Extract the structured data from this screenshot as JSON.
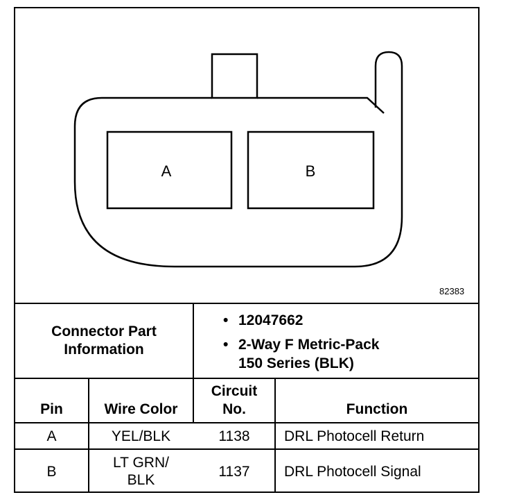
{
  "diagram": {
    "cavity_labels": [
      "A",
      "B"
    ],
    "figure_number": "82383"
  },
  "connector_info": {
    "title_line1": "Connector Part",
    "title_line2": "Information",
    "part_number": "12047662",
    "desc_line1": "2-Way F Metric-Pack",
    "desc_line2": "150 Series (BLK)"
  },
  "table": {
    "headers": {
      "pin": "Pin",
      "wire_color": "Wire Color",
      "circuit_line1": "Circuit",
      "circuit_line2": "No.",
      "function": "Function"
    },
    "rows": [
      {
        "pin": "A",
        "wire_color_line1": "YEL/BLK",
        "wire_color_line2": "",
        "circuit": "1138",
        "function": "DRL Photocell Return"
      },
      {
        "pin": "B",
        "wire_color_line1": "LT GRN/",
        "wire_color_line2": "BLK",
        "circuit": "1137",
        "function": "DRL Photocell Signal"
      }
    ]
  }
}
